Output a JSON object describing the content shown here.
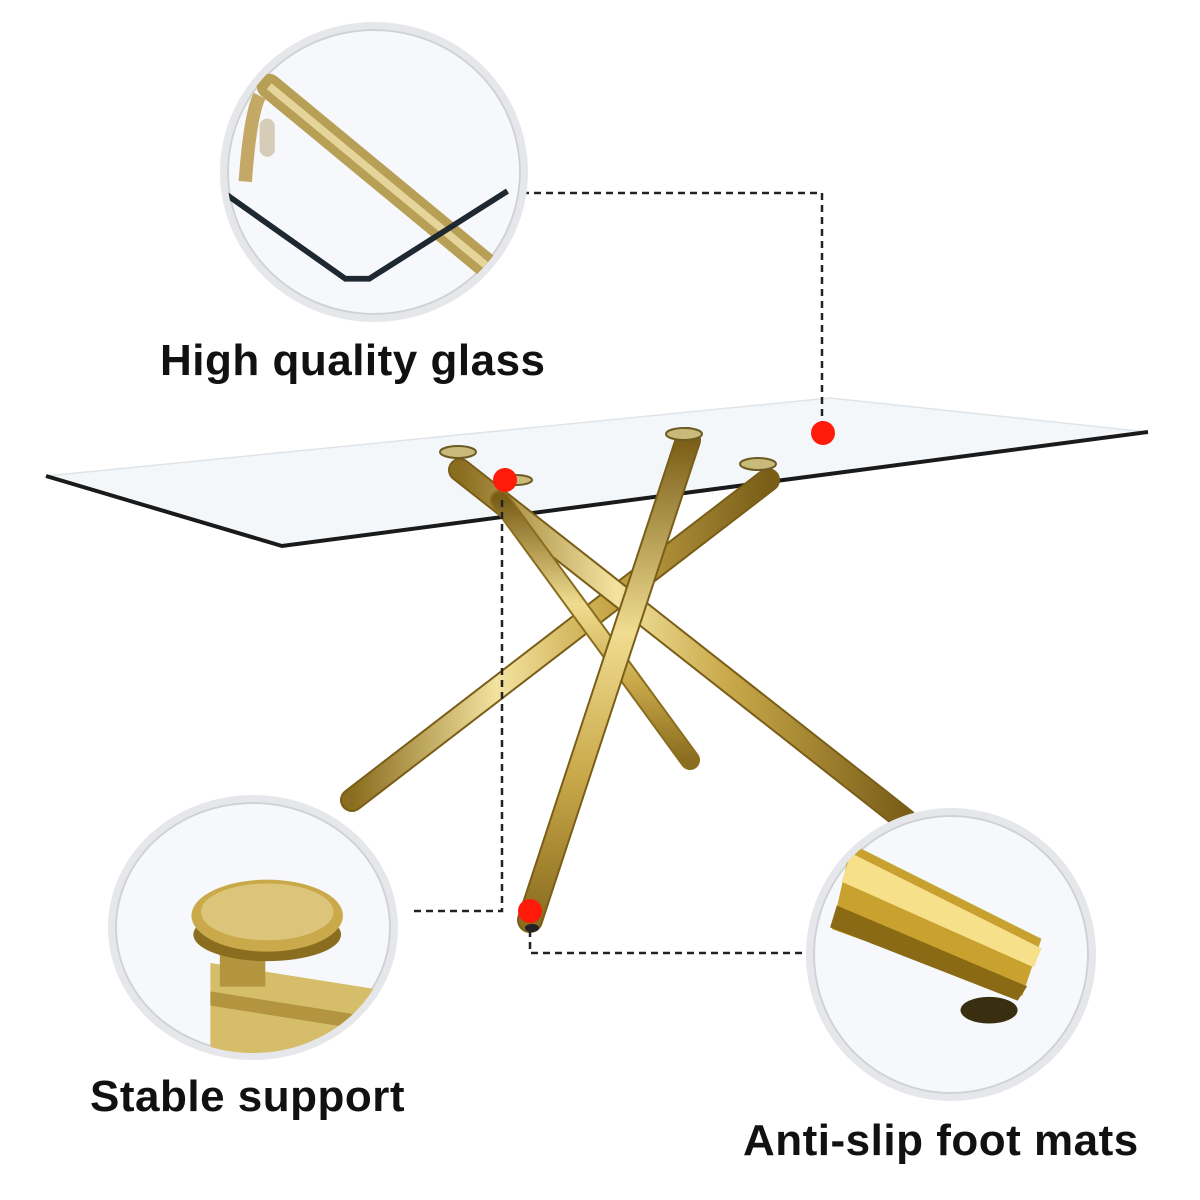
{
  "callouts": [
    {
      "id": "glass",
      "label": "High quality glass",
      "icon": "glass-edge-detail"
    },
    {
      "id": "support",
      "label": "Stable support",
      "icon": "mounting-disc-detail"
    },
    {
      "id": "foot",
      "label": "Anti-slip foot mats",
      "icon": "leg-foot-detail"
    }
  ],
  "colors": {
    "marker_red": "#ff1a0a",
    "gold_light": "#e9d48a",
    "gold_mid": "#c9a94a",
    "gold_dark": "#8a6d1f",
    "glass_edge": "#1a1a1a",
    "glass_fill": "#f4f7f9",
    "dashed_line": "#222222",
    "circle_ring": "#e6e7ea",
    "text": "#111111"
  }
}
